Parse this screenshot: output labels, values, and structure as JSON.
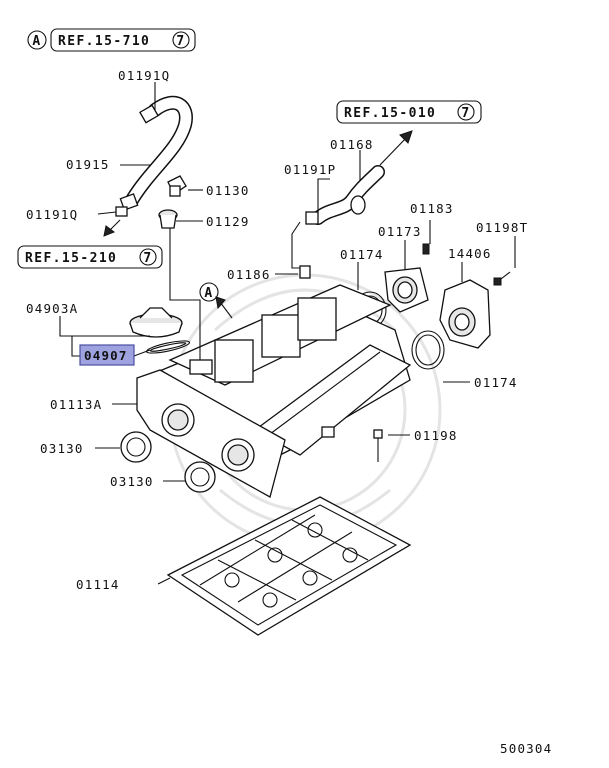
{
  "ref_a": {
    "circle": "A",
    "label": "REF.15-710",
    "circled_number": "7"
  },
  "ref_b": {
    "label": "REF.15-010",
    "circled_number": "7"
  },
  "ref_c": {
    "label": "REF.15-210",
    "circled_number": "7"
  },
  "arrow_marker": "A",
  "labels": {
    "p01191Q_top": "01191Q",
    "p01915": "01915",
    "p01130": "01130",
    "p01191Q_left": "01191Q",
    "p01129": "01129",
    "p01168": "01168",
    "p01191P": "01191P",
    "p01183": "01183",
    "p01173": "01173",
    "p01198T": "01198T",
    "p01174_top": "01174",
    "p14406": "14406",
    "p01186": "01186",
    "p04903A": "04903A",
    "p04907": "04907",
    "p01113A": "01113A",
    "p03130_a": "03130",
    "p03130_b": "03130",
    "p01174_right": "01174",
    "p01198": "01198",
    "p01114": "01114"
  },
  "highlight_color": "#9ea3e0",
  "footer_code": "500304"
}
